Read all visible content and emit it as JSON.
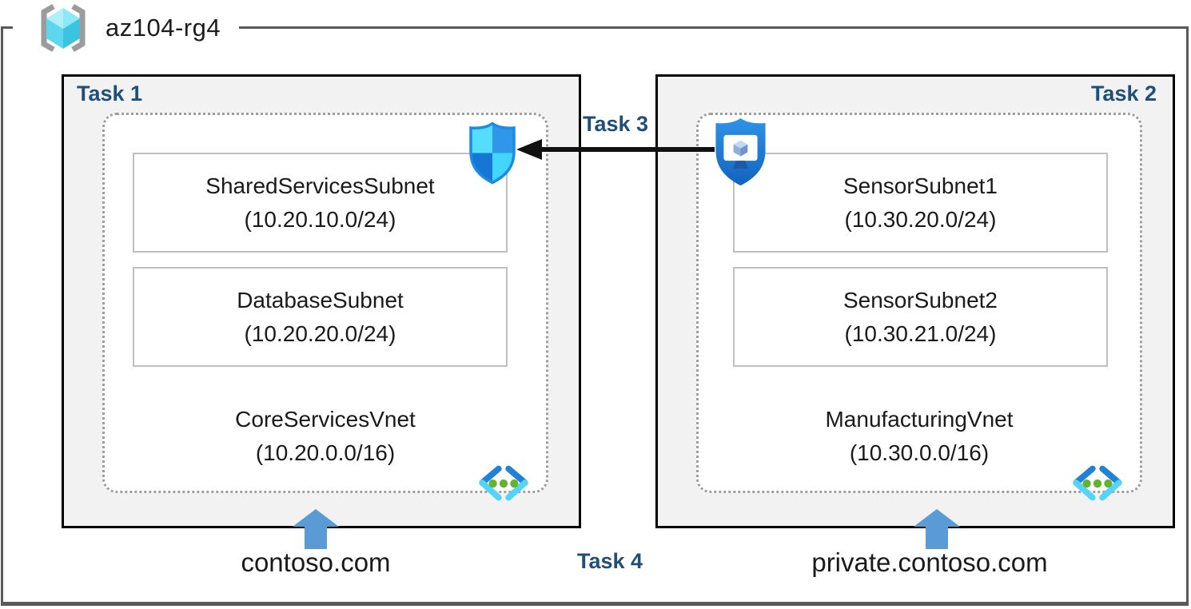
{
  "resource_group": {
    "name": "az104-rg4"
  },
  "task1": {
    "label": "Task 1",
    "domain": "contoso.com",
    "vnet": {
      "name": "CoreServicesVnet",
      "cidr": "(10.20.0.0/16)"
    },
    "subnets": [
      {
        "name": "SharedServicesSubnet",
        "cidr": "(10.20.10.0/24)"
      },
      {
        "name": "DatabaseSubnet",
        "cidr": "(10.20.20.0/24)"
      }
    ]
  },
  "task2": {
    "label": "Task 2",
    "domain": "private.contoso.com",
    "vnet": {
      "name": "ManufacturingVnet",
      "cidr": "(10.30.0.0/16)"
    },
    "subnets": [
      {
        "name": "SensorSubnet1",
        "cidr": "(10.30.20.0/24)"
      },
      {
        "name": "SensorSubnet2",
        "cidr": "(10.30.21.0/24)"
      }
    ]
  },
  "task3": {
    "label": "Task 3"
  },
  "task4": {
    "label": "Task 4"
  },
  "icons": {
    "resource_group": "resource-group-cube-brackets",
    "nsg": "network-security-group-shield",
    "bastion": "shielded-vm-monitor",
    "vnet": "virtual-network-chevrons"
  },
  "colors": {
    "task_label": "#1f4e79",
    "box_fill": "#f2f2f2",
    "box_border": "#000000",
    "frame_border": "#595959",
    "dotted_border": "#9e9e9e",
    "subnet_border": "#bfbfbf",
    "up_arrow": "#5b9bd5",
    "peering_arrow": "#111111",
    "cyan_light": "#50e6ff",
    "azure_blue": "#1b93eb",
    "green_dot": "#63b32e"
  }
}
